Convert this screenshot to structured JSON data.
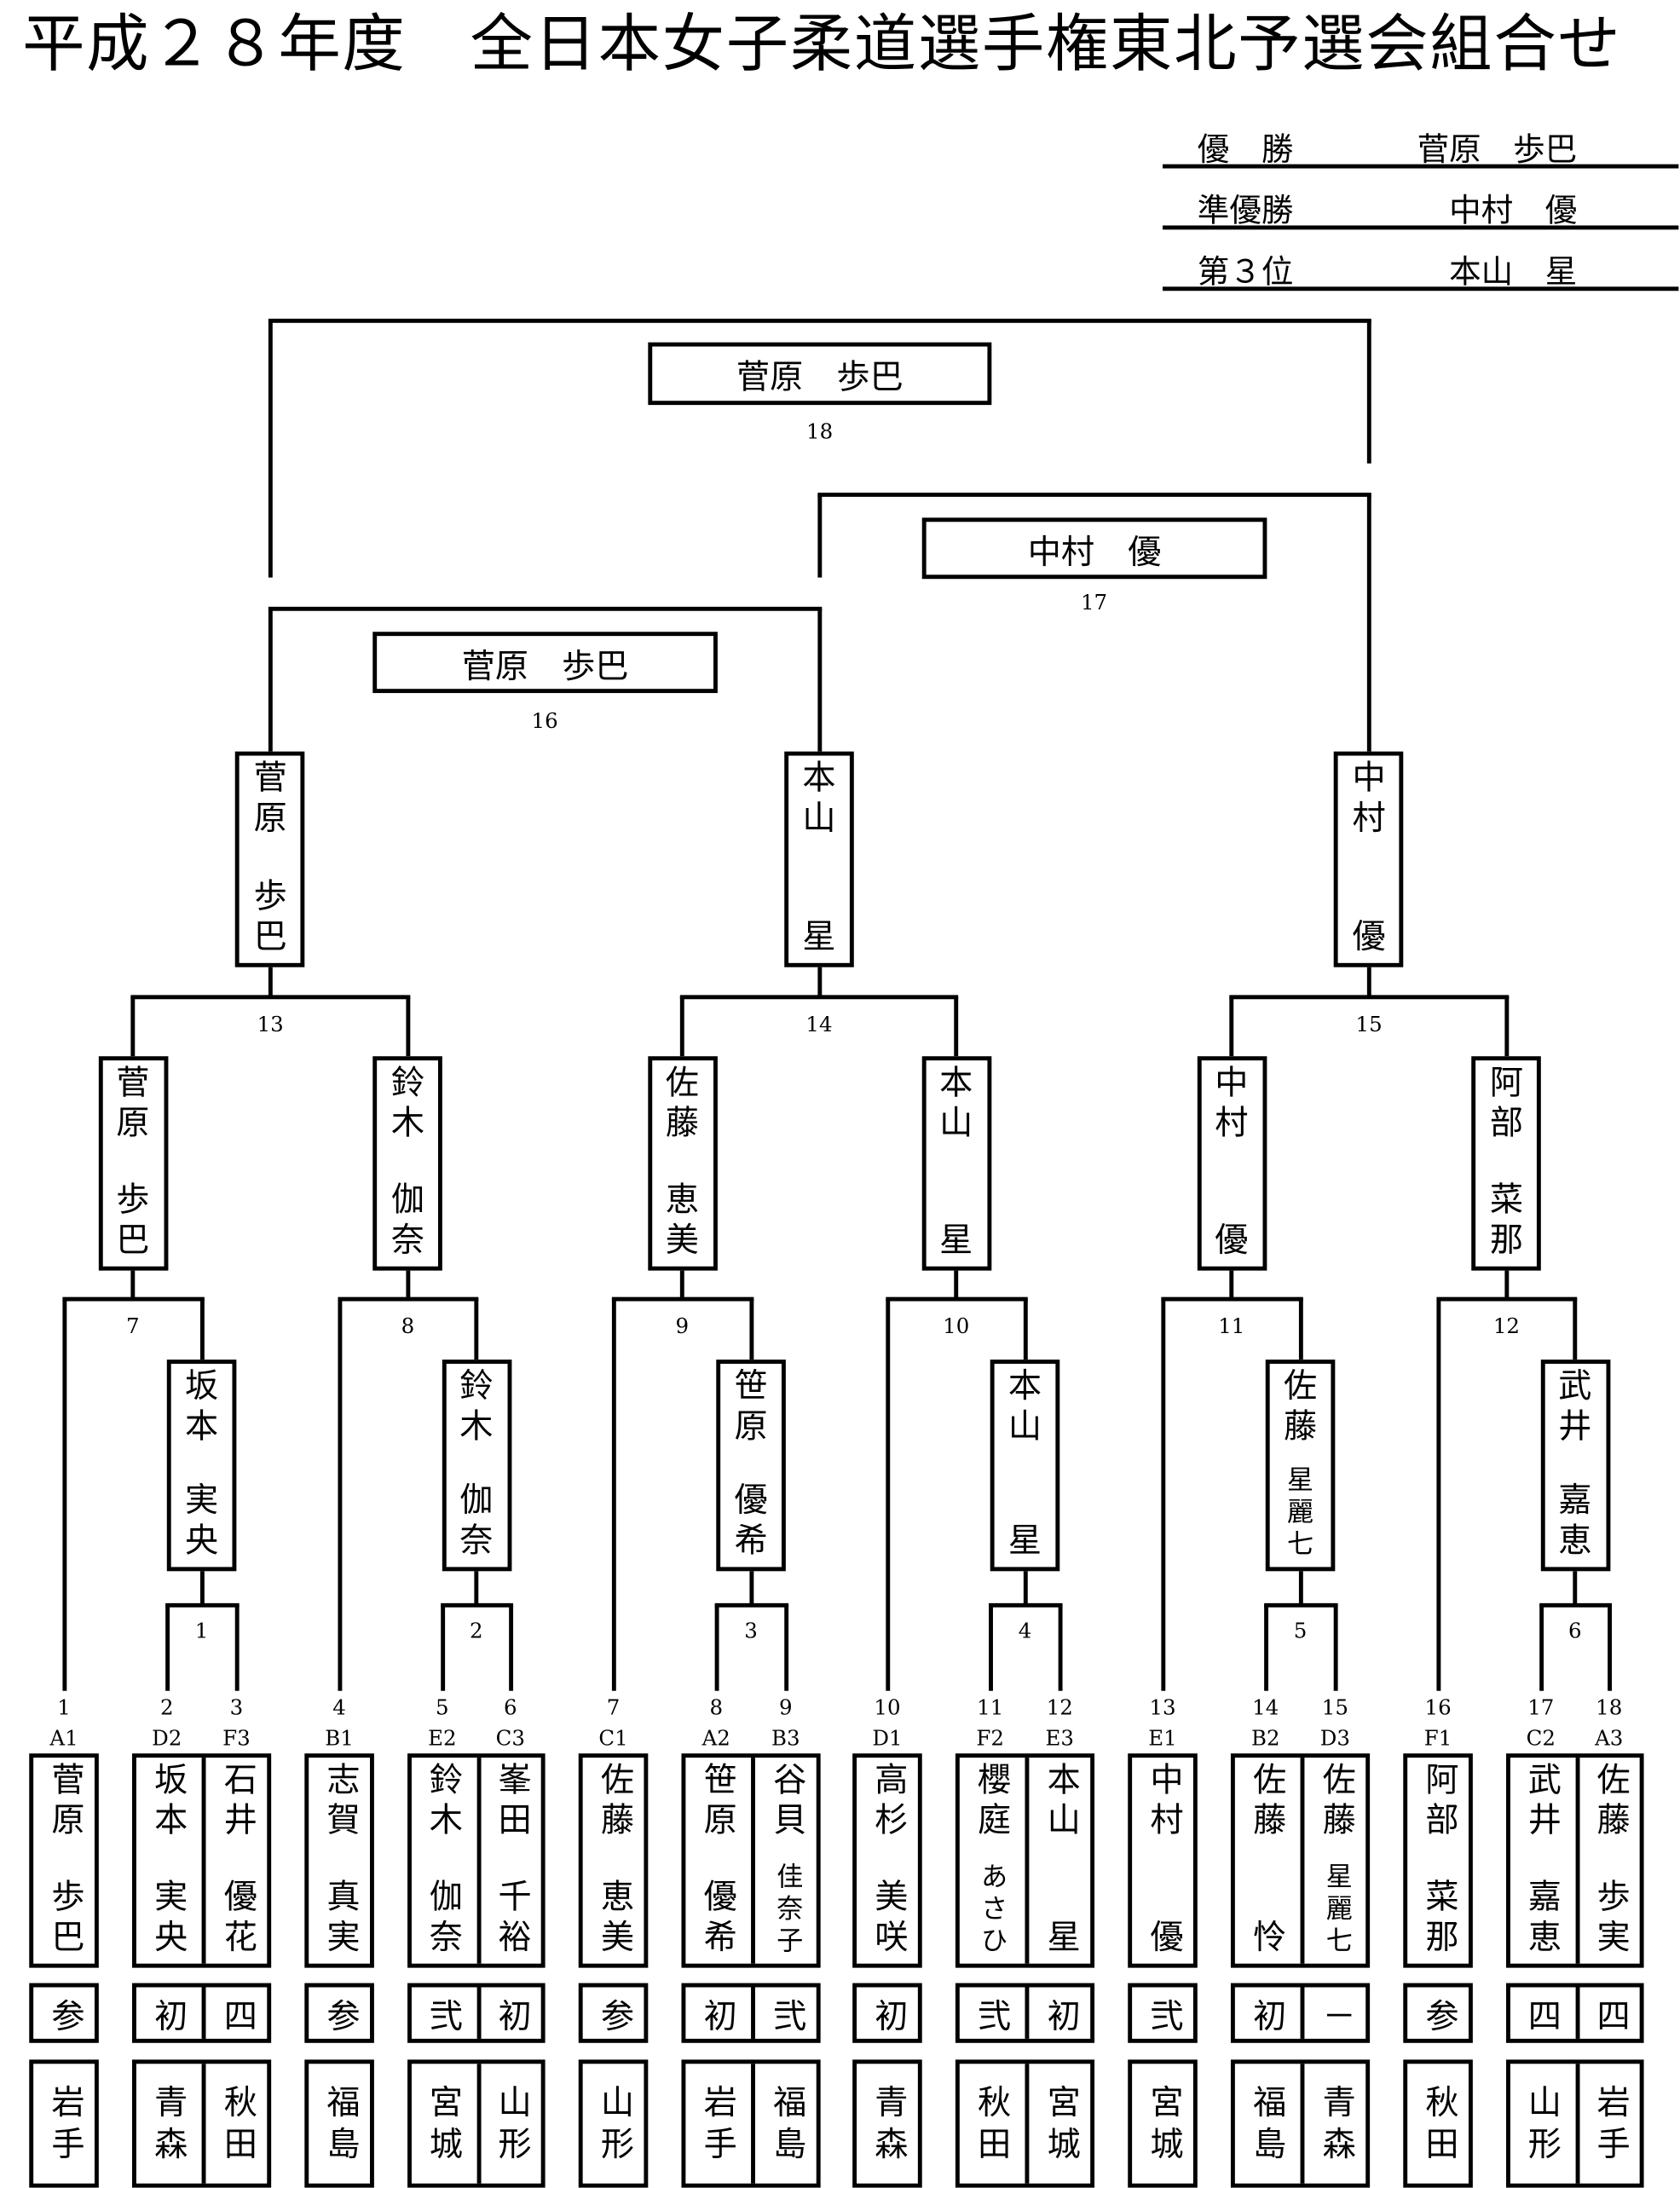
{
  "title": "平成２８年度　全日本女子柔道選手権東北予選会組合せ",
  "results": [
    {
      "label": "優　勝",
      "name": "菅原　歩巴"
    },
    {
      "label": "準優勝",
      "name": "　中村　優"
    },
    {
      "label": "第３位",
      "name": "　本山　星"
    }
  ],
  "entrants": [
    {
      "no": "1",
      "code": "A1",
      "family": "菅原",
      "given": "歩巴",
      "kyu": "参",
      "pref": "岩手"
    },
    {
      "no": "2",
      "code": "D2",
      "family": "坂本",
      "given": "実央",
      "kyu": "初",
      "pref": "青森"
    },
    {
      "no": "3",
      "code": "F3",
      "family": "石井",
      "given": "優花",
      "kyu": "四",
      "pref": "秋田"
    },
    {
      "no": "4",
      "code": "B1",
      "family": "志賀",
      "given": "真実",
      "kyu": "参",
      "pref": "福島"
    },
    {
      "no": "5",
      "code": "E2",
      "family": "鈴木",
      "given": "伽奈",
      "kyu": "弐",
      "pref": "宮城"
    },
    {
      "no": "6",
      "code": "C3",
      "family": "峯田",
      "given": "千裕",
      "kyu": "初",
      "pref": "山形"
    },
    {
      "no": "7",
      "code": "C1",
      "family": "佐藤",
      "given": "恵美",
      "kyu": "参",
      "pref": "山形"
    },
    {
      "no": "8",
      "code": "A2",
      "family": "笹原",
      "given": "優希",
      "kyu": "初",
      "pref": "岩手"
    },
    {
      "no": "9",
      "code": "B3",
      "family": "谷貝",
      "given": "佳奈子",
      "kyu": "弐",
      "pref": "福島"
    },
    {
      "no": "10",
      "code": "D1",
      "family": "高杉",
      "given": "美咲",
      "kyu": "初",
      "pref": "青森"
    },
    {
      "no": "11",
      "code": "F2",
      "family": "櫻庭",
      "given": "あさひ",
      "kyu": "弐",
      "pref": "秋田"
    },
    {
      "no": "12",
      "code": "E3",
      "family": "本山",
      "given": "星",
      "kyu": "初",
      "pref": "宮城"
    },
    {
      "no": "13",
      "code": "E1",
      "family": "中村",
      "given": "優",
      "kyu": "弐",
      "pref": "宮城"
    },
    {
      "no": "14",
      "code": "B2",
      "family": "佐藤",
      "given": "怜",
      "kyu": "初",
      "pref": "福島"
    },
    {
      "no": "15",
      "code": "D3",
      "family": "佐藤",
      "given": "星麗七",
      "kyu": "－",
      "pref": "青森"
    },
    {
      "no": "16",
      "code": "F1",
      "family": "阿部",
      "given": "菜那",
      "kyu": "参",
      "pref": "秋田"
    },
    {
      "no": "17",
      "code": "C2",
      "family": "武井",
      "given": "嘉恵",
      "kyu": "四",
      "pref": "山形"
    },
    {
      "no": "18",
      "code": "A3",
      "family": "佐藤",
      "given": "歩実",
      "kyu": "四",
      "pref": "岩手"
    }
  ],
  "matches": {
    "m1": {
      "no": "1",
      "winner_family": "坂本",
      "winner_given": "実央"
    },
    "m2": {
      "no": "2",
      "winner_family": "鈴木",
      "winner_given": "伽奈"
    },
    "m3": {
      "no": "3",
      "winner_family": "笹原",
      "winner_given": "優希"
    },
    "m4": {
      "no": "4",
      "winner_family": "本山",
      "winner_given": "星"
    },
    "m5": {
      "no": "5",
      "winner_family": "佐藤",
      "winner_given": "星麗七"
    },
    "m6": {
      "no": "6",
      "winner_family": "武井",
      "winner_given": "嘉恵"
    },
    "m7": {
      "no": "7",
      "winner_family": "菅原",
      "winner_given": "歩巴"
    },
    "m8": {
      "no": "8",
      "winner_family": "鈴木",
      "winner_given": "伽奈"
    },
    "m9": {
      "no": "9",
      "winner_family": "佐藤",
      "winner_given": "恵美"
    },
    "m10": {
      "no": "10",
      "winner_family": "本山",
      "winner_given": "星"
    },
    "m11": {
      "no": "11",
      "winner_family": "中村",
      "winner_given": "優"
    },
    "m12": {
      "no": "12",
      "winner_family": "阿部",
      "winner_given": "菜那"
    },
    "m13": {
      "no": "13",
      "winner_family": "菅原",
      "winner_given": "歩巴"
    },
    "m14": {
      "no": "14",
      "winner_family": "本山",
      "winner_given": "星"
    },
    "m15": {
      "no": "15",
      "winner_family": "中村",
      "winner_given": "優"
    },
    "m16": {
      "no": "16",
      "winner": "菅原　歩巴"
    },
    "m17": {
      "no": "17",
      "winner": "中村　優"
    },
    "m18": {
      "no": "18",
      "winner": "菅原　歩巴"
    }
  }
}
